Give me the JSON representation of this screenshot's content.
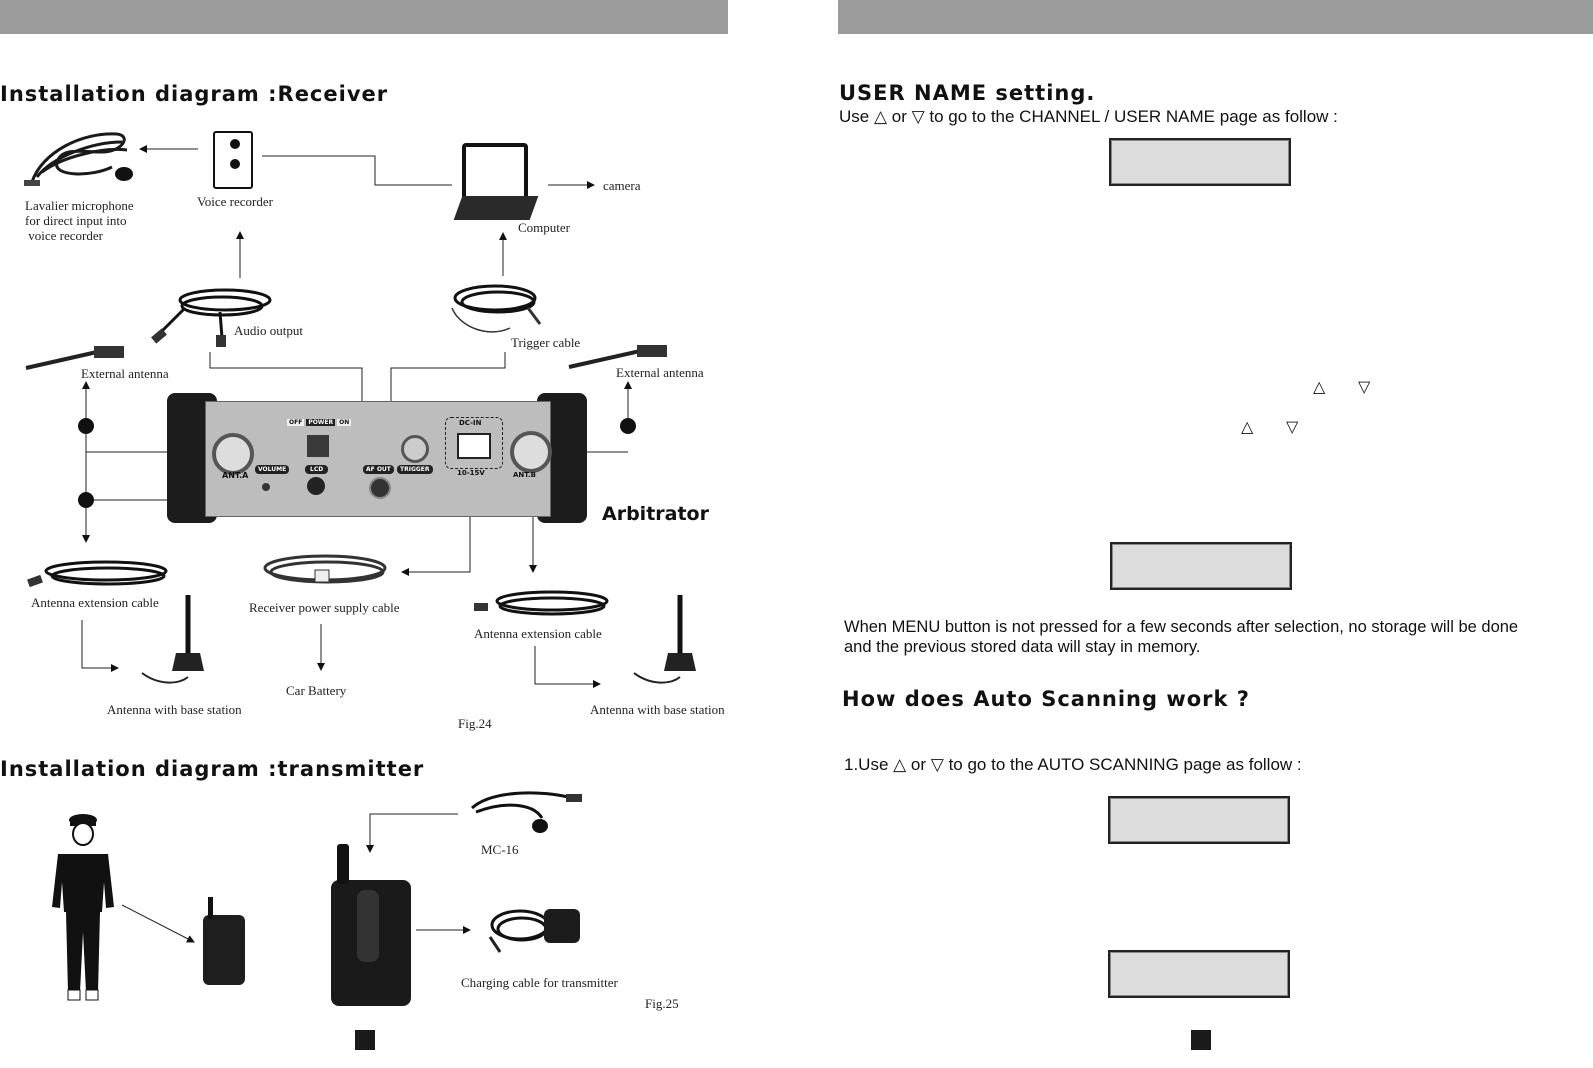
{
  "left_page": {
    "heading_receiver": "Installation diagram :Receiver",
    "heading_transmitter": "Installation diagram :transmitter",
    "labels": {
      "lavalier": "Lavalier microphone\nfor direct input into\n voice recorder",
      "voice_recorder": "Voice recorder",
      "computer": "Computer",
      "camera": "camera",
      "audio_output": "Audio output",
      "trigger_cable": "Trigger cable",
      "external_antenna_left": "External antenna",
      "external_antenna_right": "External antenna",
      "antenna_ext_cable_left": "Antenna extension cable",
      "receiver_power_cable": "Receiver power supply cable",
      "antenna_ext_cable_right": "Antenna extension cable",
      "car_battery": "Car Battery",
      "antenna_base_left": "Antenna with base station",
      "antenna_base_right": "Antenna with base station",
      "mc16": "MC-16",
      "charging_cable": "Charging cable for transmitter"
    },
    "device": {
      "brand": "Arbitrator",
      "off": "OFF",
      "power": "POWER",
      "on": "ON",
      "volume": "VOLUME",
      "lcd": "LCD",
      "af_out": "AF OUT",
      "trigger": "TRIGGER",
      "dc_in": "DC-IN",
      "dc_range": "10-15V",
      "ant_a": "ANT.A",
      "ant_b": "ANT.B"
    },
    "fig24": "Fig.24",
    "fig25": "Fig.25"
  },
  "right_page": {
    "heading_username": "USER NAME setting.",
    "use_line": "Use △ or ▽ to go to the CHANNEL / USER NAME page as follow :",
    "arrows_up": "△",
    "arrows_down": "▽",
    "menu_note_1": "When MENU button is not pressed for a few seconds after selection, no storage will be done",
    "menu_note_2": "and the previous stored data will stay in memory.",
    "heading_auto": "How does Auto Scanning work ?",
    "auto_step1": "1.Use △ or ▽ to go to the AUTO SCANNING page as follow :"
  }
}
